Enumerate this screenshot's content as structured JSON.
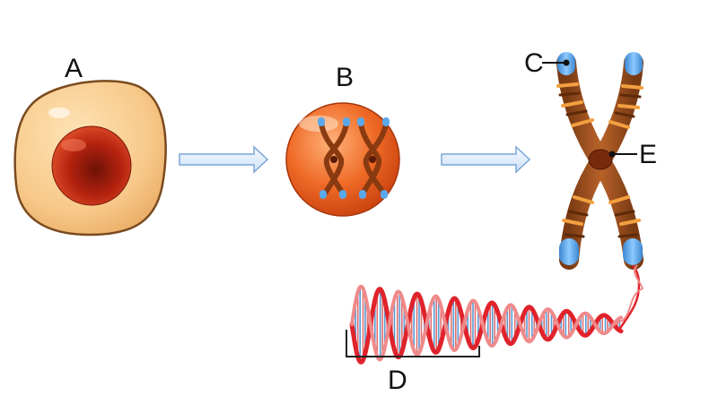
{
  "labels": {
    "a": "A",
    "b": "B",
    "c": "C",
    "d": "D",
    "e": "E"
  },
  "colors": {
    "cell_body": "#f8c98a",
    "cell_outline": "#7a4a1e",
    "nucleus": "#b4220f",
    "nucleus_sphere": "#e85a1c",
    "arrow_fill": "#e3efff",
    "arrow_stroke": "#7aa6d6",
    "chromatid_brown": "#a3521e",
    "chromatid_band": "#f2a040",
    "telomere_blue": "#5aa8ec",
    "centromere": "#7a2a0c",
    "dna_red": "#e0232b",
    "dna_rung_blue": "#5a9ad6",
    "bracket": "#222222"
  }
}
